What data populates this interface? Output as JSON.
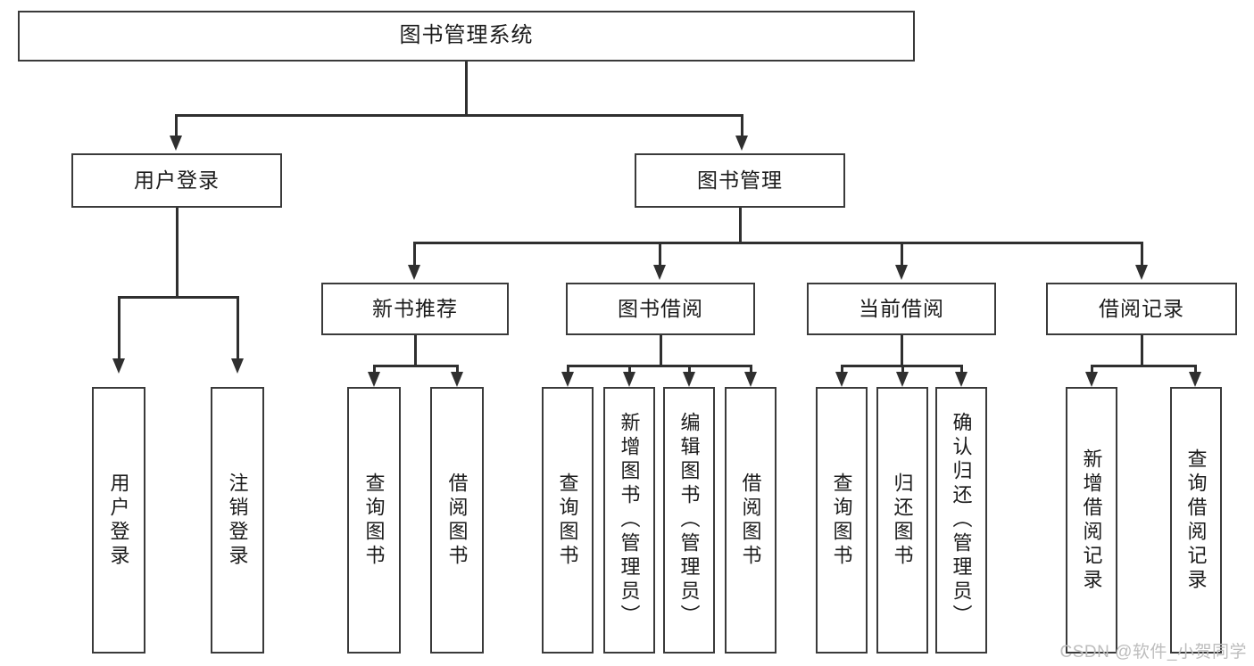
{
  "diagram": {
    "type": "tree",
    "title": "图书管理系统",
    "watermark": "CSDN @软件_小贺同学",
    "colors": {
      "box_border": "#3a3a3a",
      "connector": "#2f2f2f",
      "background": "#ffffff",
      "text": "#1b1b1b",
      "watermark": "#bdbdbd"
    },
    "levels": {
      "root": "图书管理系统",
      "level2": [
        "用户登录",
        "图书管理"
      ],
      "level3": [
        "新书推荐",
        "图书借阅",
        "当前借阅",
        "借阅记录"
      ]
    },
    "nodes": {
      "root": {
        "label": "图书管理系统"
      },
      "user_login": {
        "label": "用户登录"
      },
      "book_manage": {
        "label": "图书管理"
      },
      "new_book_rec": {
        "label": "新书推荐"
      },
      "book_borrow": {
        "label": "图书借阅"
      },
      "current_borrow": {
        "label": "当前借阅"
      },
      "borrow_record": {
        "label": "借阅记录"
      }
    },
    "leaves": {
      "user_login": [
        {
          "label": "用户登录"
        },
        {
          "label": "注销登录"
        }
      ],
      "new_book_rec": [
        {
          "label": "查询图书"
        },
        {
          "label": "借阅图书"
        }
      ],
      "book_borrow": [
        {
          "label": "查询图书"
        },
        {
          "label": "新增图书（管理员）"
        },
        {
          "label": "编辑图书（管理员）"
        },
        {
          "label": "借阅图书"
        }
      ],
      "current_borrow": [
        {
          "label": "查询图书"
        },
        {
          "label": "归还图书"
        },
        {
          "label": "确认归还（管理员）"
        }
      ],
      "borrow_record": [
        {
          "label": "新增借阅记录"
        },
        {
          "label": "查询借阅记录"
        }
      ]
    }
  }
}
